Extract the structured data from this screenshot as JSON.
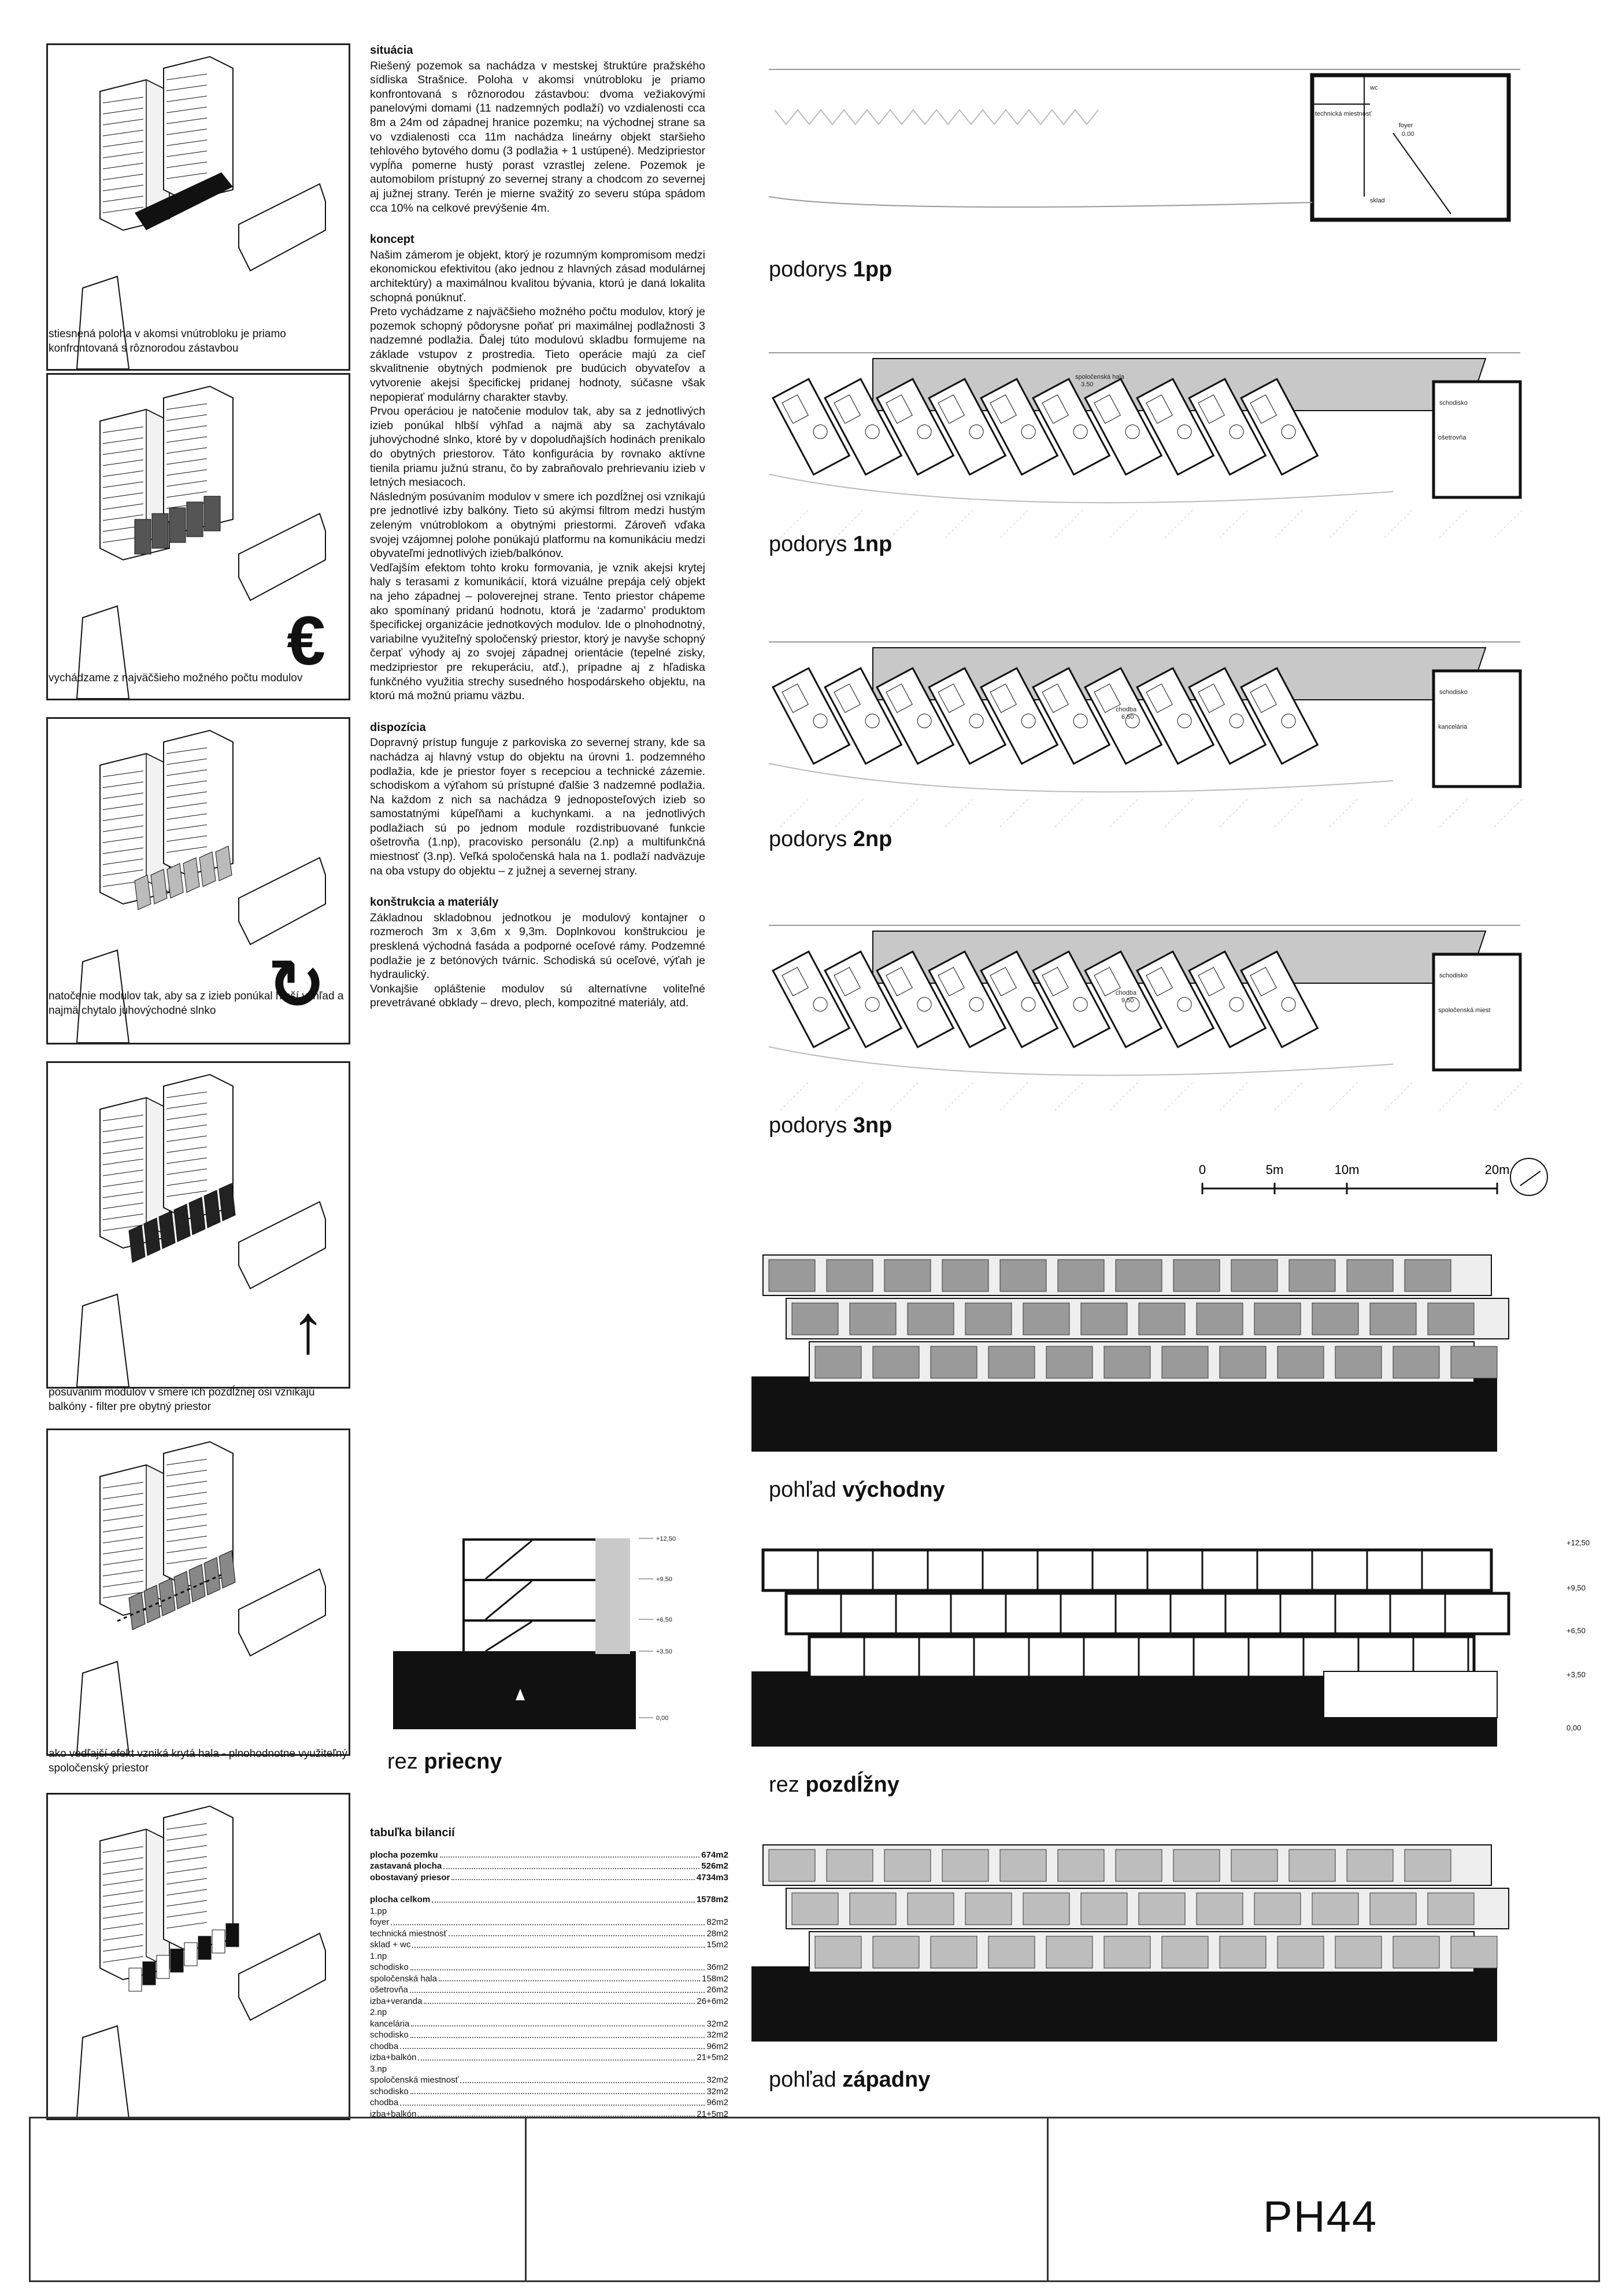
{
  "panels": [
    {
      "caption": "stiesnená poloha v akomsi vnútrobloku je priamo konfrontovaná s rôznorodou zástavbou",
      "symbol": ""
    },
    {
      "caption": "vychádzame z najväčšieho možného počtu modulov",
      "symbol": "€"
    },
    {
      "caption": "natočenie modulov tak, aby sa z izieb ponúkal hlbší výhľad a najmä chytalo juhovýchodné slnko",
      "symbol": "↻"
    },
    {
      "caption": "posúvanim modulov v smere ich pozdĺžnej osi vznikajú balkóny - filter pre obytný priestor",
      "symbol": "↑"
    },
    {
      "caption": "ako vedľajší efekt vzniká krytá hala  - plnohodnotne využiteľný spoločenský priestor",
      "symbol": ""
    },
    {
      "caption": "",
      "symbol": ""
    }
  ],
  "sections": [
    {
      "heading": "situácia",
      "text": "Riešený pozemok sa nachádza v mestskej štruktúre pražského sídliska Strašnice. Poloha v akomsi vnútrobloku je priamo konfrontovaná s rôznorodou zástavbou: dvoma vežiakovými panelovými domami (11 nadzemných podlaží) vo vzdialenosti cca 8m a 24m od západnej hranice pozemku; na východnej strane sa vo vzdialenosti cca 11m nachádza lineárny objekt staršieho tehlového bytového domu (3 podlažia + 1 ustúpené). Medzipriestor vypĺňa pomerne hustý porast vzrastlej zelene. Pozemok je automobilom prístupný zo severnej strany a chodcom zo severnej aj južnej strany. Terén je mierne svažitý zo severu stúpa spádom cca 10% na celkové prevýšenie 4m."
    },
    {
      "heading": "koncept",
      "text": "Našim zámerom je objekt, ktorý je rozumným kompromisom medzi ekonomickou efektivitou (ako jednou z hlavných zásad modulárnej architektúry) a maximálnou kvalitou bývania, ktorú je daná lokalita schopná ponúknuť.\nPreto vychádzame z najväčšieho možného počtu modulov, ktorý je pozemok schopný pôdorysne poňať pri maximálnej podlažnosti 3 nadzemné podlažia. Ďalej túto modulovú skladbu formujeme na základe vstupov z prostredia. Tieto operácie majú za cieľ skvalitnenie obytných podmienok pre budúcich obyvateľov a vytvorenie akejsi špecifickej pridanej hodnoty, súčasne však nepopierať modulárny charakter stavby.\nPrvou operáciou je natočenie modulov tak, aby sa z jednotlivých izieb ponúkal hlbší výhľad a najmä aby sa zachytávalo juhovýchodné slnko, ktoré by v dopoludňajších hodinách prenikalo do obytných priestorov. Táto konfigurácia by rovnako aktívne tienila priamu južnú stranu, čo by zabraňovalo prehrievaniu izieb v letných mesiacoch.\nNásledným posúvaním modulov v smere ich pozdĺžnej osi vznikajú pre jednotlivé izby balkóny. Tieto sú akýmsi filtrom medzi hustým zeleným vnútroblokom a obytnými priestormi. Zároveň vďaka svojej vzájomnej polohe ponúkajú platformu na komunikáciu medzi obyvateľmi jednotlivých izieb/balkónov.\nVedľajším efektom tohto kroku formovania, je vznik akejsi krytej haly s terasami z komunikácií, ktorá vizuálne prepája celý objekt na jeho západnej – poloverejnej strane. Tento priestor chápeme ako spomínaný pridanú hodnotu, ktorá je ‘zadarmo’ produktom špecifickej organizácie jednotkových modulov. Ide o plnohodnotný, variabilne využiteľný spoločenský priestor, ktorý je navyše schopný čerpať výhody aj zo svojej západnej orientácie (tepelné zisky, medzipriestor pre rekuperáciu, atď.), prípadne aj z hľadiska funkčného využitia strechy susedného hospodárskeho objektu, na ktorú má možnú priamu väzbu."
    },
    {
      "heading": "dispozícia",
      "text": "Dopravný prístup funguje z parkoviska zo severnej strany, kde sa nachádza aj hlavný vstup do objektu na úrovni 1. podzemného podlažia, kde je priestor foyer s recepciou a technické zázemie. schodiskom a výťahom sú prístupné ďalšie 3 nadzemné podlažia. Na každom z nich sa nachádza 9 jednoposteľových izieb so samostatnými kúpeľňami a kuchynkami. a na jednotlivých podlažiach sú po jednom module rozdistribuované funkcie ošetrovňa (1.np), pracovisko personálu (2.np) a multifunkčná miestnosť (3.np). Veľká spoločenská hala na 1. podlaží nadväzuje na oba vstupy do objektu – z južnej a severnej strany."
    },
    {
      "heading": "konštrukcia a materiály",
      "text": "Základnou skladobnou jednotkou je modulový kontajner o rozmeroch 3m x 3,6m x 9,3m. Doplnkovou konštrukciou je presklená východná fasáda a podporné oceľové rámy. Podzemné podlažie je z betónových tvárnic. Schodiská sú oceľové, výťah je hydraulický.\nVonkajšie opláštenie modulov sú alternatívne voliteľné prevetrávané obklady – drevo, plech, kompozitné materiály, atd."
    }
  ],
  "plans": [
    {
      "prefix": "podorys ",
      "name": "1pp",
      "labels": [
        "technická miestnosť",
        "wc",
        "foyer",
        "0.00",
        "sklad"
      ]
    },
    {
      "prefix": "podorys ",
      "name": "1np",
      "labels": [
        "spoločenská hala",
        "3.50",
        "schodisko",
        "ošetrovňa"
      ]
    },
    {
      "prefix": "podorys ",
      "name": "2np",
      "labels": [
        "chodba",
        "6.50",
        "schodisko",
        "kancelária"
      ]
    },
    {
      "prefix": "podorys ",
      "name": "3np",
      "labels": [
        "chodba",
        "9.50",
        "schodisko",
        "spoločenská miest"
      ]
    }
  ],
  "scale_bar": {
    "ticks": [
      "0",
      "5m",
      "10m",
      "20m"
    ]
  },
  "elevations": {
    "east": {
      "prefix": "pohľad ",
      "name": "východny"
    },
    "long_section": {
      "prefix": "rez ",
      "name": "pozdĺžny",
      "levels": [
        "+12,50",
        "+9,50",
        "+6,50",
        "+3,50",
        "0,00"
      ]
    },
    "west": {
      "prefix": "pohľad ",
      "name": "západny"
    }
  },
  "cross_section": {
    "prefix": "rez ",
    "name": "priecny",
    "levels": [
      "+12,50",
      "+9,50",
      "+6,50",
      "+3,50",
      "0,00"
    ]
  },
  "balance_table": {
    "title": "tabuľka bilancií",
    "rows": [
      {
        "name": "plocha pozemku",
        "value": "674m2",
        "bold": true
      },
      {
        "name": "zastavaná plocha",
        "value": "526m2",
        "bold": true
      },
      {
        "name": "obostavaný priesor",
        "value": "4734m3",
        "bold": true
      },
      {
        "gap": true
      },
      {
        "name": "plocha celkom",
        "value": "1578m2",
        "bold": true
      },
      {
        "name": "1.pp",
        "value": ""
      },
      {
        "name": "foyer",
        "value": "82m2"
      },
      {
        "name": "technická  miestnosť",
        "value": "28m2"
      },
      {
        "name": "sklad + wc",
        "value": "15m2"
      },
      {
        "name": "1.np",
        "value": ""
      },
      {
        "name": "schodisko",
        "value": "36m2"
      },
      {
        "name": "spoločenská  hala",
        "value": "158m2"
      },
      {
        "name": "ošetrovňa",
        "value": "26m2"
      },
      {
        "name": "izba+veranda",
        "value": "26+6m2"
      },
      {
        "name": "2.np",
        "value": ""
      },
      {
        "name": "kancelária",
        "value": "32m2"
      },
      {
        "name": "schodisko",
        "value": "32m2"
      },
      {
        "name": "chodba",
        "value": "96m2"
      },
      {
        "name": "izba+balkón",
        "value": "21+5m2"
      },
      {
        "name": "3.np",
        "value": ""
      },
      {
        "name": "spoločenská  miestnosť",
        "value": "32m2"
      },
      {
        "name": "schodisko",
        "value": "32m2"
      },
      {
        "name": "chodba",
        "value": "96m2"
      },
      {
        "name": "izba+balkón",
        "value": "21+5m2"
      }
    ]
  },
  "footer": {
    "code": "PH44"
  }
}
